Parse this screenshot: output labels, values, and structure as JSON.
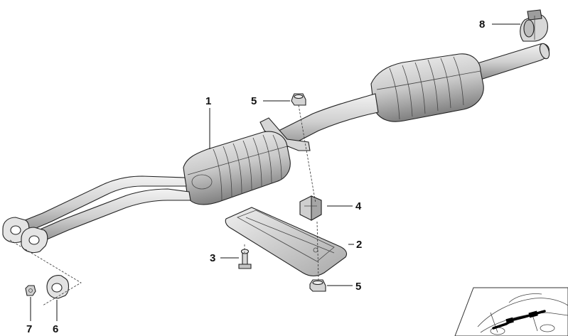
{
  "callouts": [
    {
      "id": "1",
      "label": "1"
    },
    {
      "id": "2",
      "label": "2"
    },
    {
      "id": "3",
      "label": "3"
    },
    {
      "id": "4",
      "label": "4"
    },
    {
      "id": "5a",
      "label": "5"
    },
    {
      "id": "5b",
      "label": "5"
    },
    {
      "id": "6",
      "label": "6"
    },
    {
      "id": "7",
      "label": "7"
    },
    {
      "id": "8",
      "label": "8"
    }
  ],
  "colors": {
    "line": "#222222",
    "metal_light": "#e6e6e6",
    "metal_mid": "#bdbdbd",
    "metal_dark": "#7a7a7a"
  }
}
